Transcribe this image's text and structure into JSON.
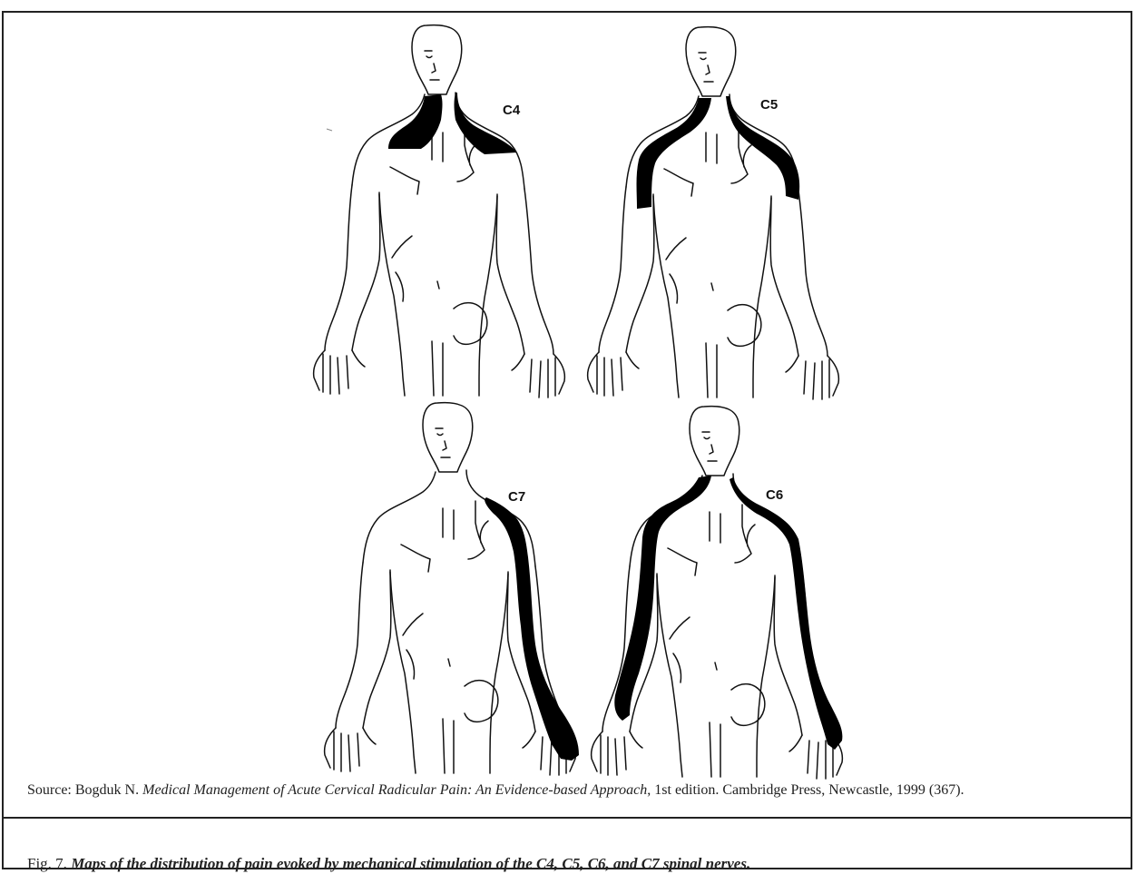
{
  "figure": {
    "labels": {
      "c4": "C4",
      "c5": "C5",
      "c7": "C7",
      "c6": "C6"
    },
    "source": {
      "prefix": "Source: Bogduk N. ",
      "title_italic": "Medical Management of Acute Cervical Radicular Pain: An Evidence-based Approach",
      "suffix": ", 1st edition. Cambridge Press, Newcastle, 1999 (367)."
    },
    "caption": {
      "prefix": "Fig. 7. ",
      "text": "Maps of the distribution of pain evoked by mechanical stimulation of the C4, C5, C6, and C7 spinal nerves."
    },
    "colors": {
      "ink": "#111111",
      "pain_fill": "#000000",
      "background": "#ffffff"
    }
  }
}
